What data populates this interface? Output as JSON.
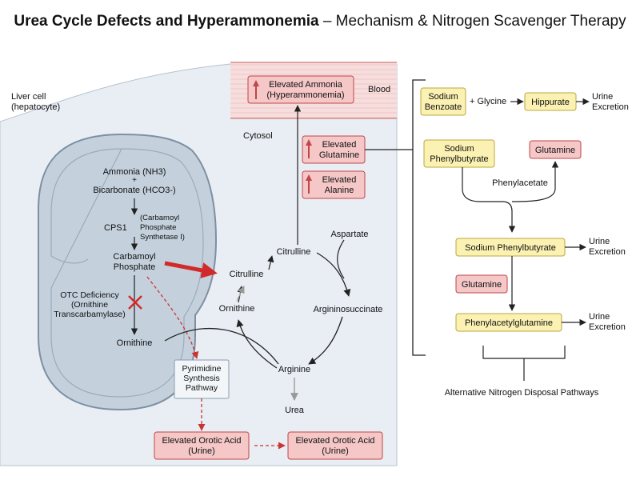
{
  "title": {
    "main": "Urea Cycle Defects and Hyperammonemia",
    "sub": " – Mechanism & Nitrogen Scavenger Therapy"
  },
  "labels": {
    "liver_cell": [
      "Liver cell",
      "(hepatocyte)"
    ],
    "cytosol": "Cytosol",
    "blood": "Blood",
    "mito_ammonia": "Ammonia (NH3)",
    "mito_plus": "+",
    "mito_bicarb": "Bicarbonate (HCO3-)",
    "cps1": "CPS1",
    "cps1_full": [
      "(Carbamoyl",
      "Phosphate",
      "Synthetase I)"
    ],
    "carbamoyl": [
      "Carbamoyl",
      "Phosphate"
    ],
    "otc_def": [
      "OTC Deficiency",
      "(Ornithine",
      "Transcarbamylase)"
    ],
    "ornithine_mito": "Ornithine",
    "citrulline_left": "Citrulline",
    "citrulline_top": "Citrulline",
    "aspartate": "Aspartate",
    "argininosuccinate": "Argininosuccinate",
    "arginine": "Arginine",
    "ornithine_cycle": "Ornithine",
    "urea": "Urea",
    "pyrimidine": [
      "Pyrimidine",
      "Synthesis",
      "Pathway"
    ],
    "phenylacetate": "Phenylacetate",
    "glycine": "+ Glycine",
    "alt_pathways": "Alternative Nitrogen Disposal Pathways"
  },
  "boxes": {
    "elevated_ammonia": [
      "Elevated Ammonia",
      "(Hyperammonemia)"
    ],
    "elevated_glutamine": [
      "Elevated",
      "Glutamine"
    ],
    "elevated_alanine": [
      "Elevated",
      "Alanine"
    ],
    "orotic_1": [
      "Elevated Orotic Acid",
      "(Urine)"
    ],
    "orotic_2": [
      "Elevated Orotic Acid",
      "(Urine)"
    ],
    "sodium_benzoate": [
      "Sodium",
      "Benzoate"
    ],
    "hippurate": "Hippurate",
    "sodium_phenylbutyrate_1": [
      "Sodium",
      "Phenylbutyrate"
    ],
    "glutamine_1": "Glutamine",
    "sodium_phenylbutyrate_2": "Sodium Phenylbutyrate",
    "glutamine_2": "Glutamine",
    "phenylacetylglutamine": "Phenylacetylglutamine"
  },
  "urine_excretion": [
    "Urine",
    "Excretion"
  ],
  "colors": {
    "red_fill": "#f5c7c7",
    "red_stroke": "#c0464a",
    "yellow_fill": "#fbf1b2",
    "yellow_stroke": "#b9a840",
    "mito_fill": "#c4d1dd",
    "cell_fill": "#e8edf3",
    "dashed_red": "#cc3333",
    "accent_red": "#d22a2a"
  }
}
